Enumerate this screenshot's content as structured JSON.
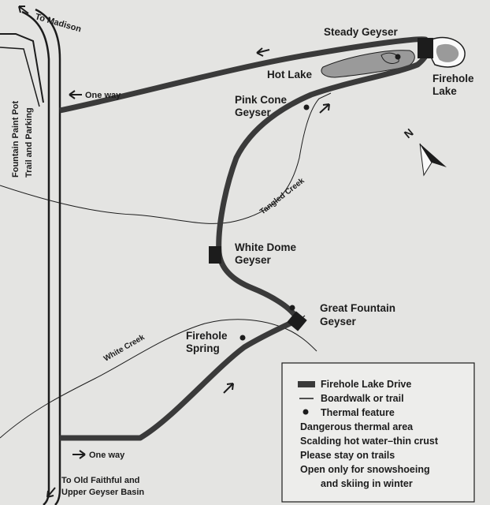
{
  "directions": {
    "to_madison": "To Madison",
    "to_old_faithful_line1": "To Old Faithful and",
    "to_old_faithful_line2": "Upper Geyser Basin",
    "fountain_paint_pot_line1": "Fountain Paint Pot",
    "fountain_paint_pot_line2": "Trail and Parking"
  },
  "one_way_labels": [
    "One way",
    "One way"
  ],
  "places": {
    "steady_geyser": "Steady Geyser",
    "hot_lake": "Hot Lake",
    "firehole_lake_line1": "Firehole",
    "firehole_lake_line2": "Lake",
    "pink_cone_line1": "Pink Cone",
    "pink_cone_line2": "Geyser",
    "white_dome_line1": "White Dome",
    "white_dome_line2": "Geyser",
    "great_fountain_line1": "Great Fountain",
    "great_fountain_line2": "Geyser",
    "firehole_spring_line1": "Firehole",
    "firehole_spring_line2": "Spring"
  },
  "creeks": {
    "tangled_creek": "Tangled Creek",
    "white_creek": "White Creek"
  },
  "compass": {
    "north_label": "N"
  },
  "legend": {
    "drive": "Firehole Lake Drive",
    "trail": "Boardwalk or trail",
    "thermal": "Thermal feature",
    "dangerous": "Dangerous thermal area",
    "scalding": "Scalding hot water–thin crust",
    "stay": "Please stay on trails",
    "snowshoe_line1": "Open only for snowshoeing",
    "snowshoe_line2": "and skiing in winter"
  },
  "colors": {
    "background": "#e4e4e2",
    "road": "#3a3a3a",
    "thermal_area": "#9a9a9a",
    "ink": "#1c1c1c"
  }
}
